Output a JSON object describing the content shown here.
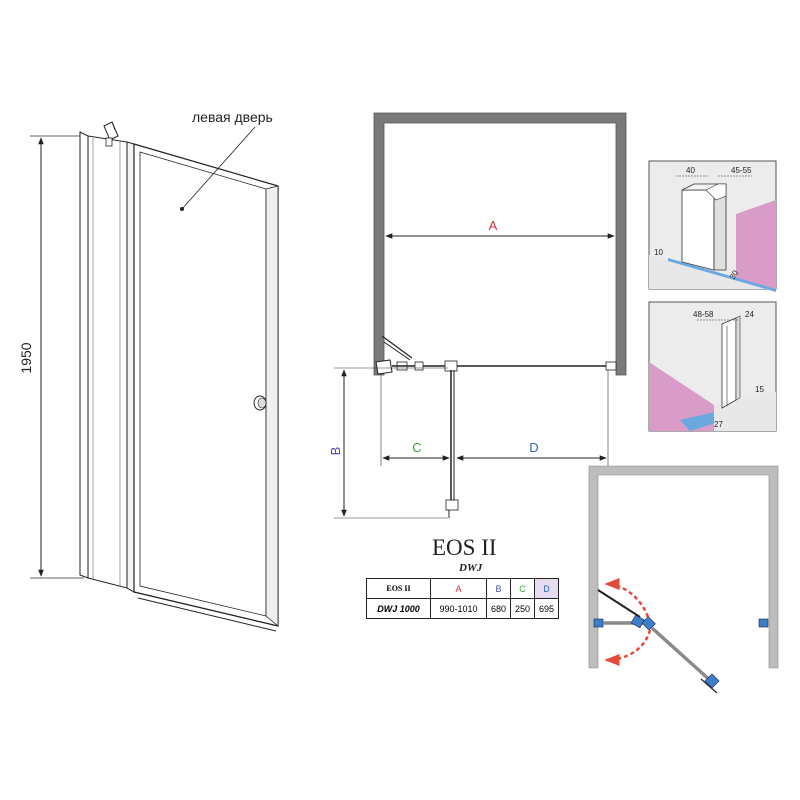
{
  "door_label": "левая дверь",
  "height_dimension": "1950",
  "dimension_labels": {
    "a": "A",
    "b": "B",
    "c": "C",
    "d": "D"
  },
  "detail_top": {
    "w1": "40",
    "w2": "45-55",
    "gap": "10",
    "depth": "30"
  },
  "detail_bottom": {
    "w1": "48-58",
    "w2": "24",
    "gap": "15",
    "depth": "27"
  },
  "product": {
    "name": "EOS II",
    "subname": "DWJ"
  },
  "spec_table": {
    "header": [
      "EOS II",
      "A",
      "B",
      "C",
      "D"
    ],
    "row": [
      "DWJ 1000",
      "990-1010",
      "680",
      "250",
      "695"
    ]
  },
  "colors": {
    "a": "#d9303a",
    "b": "#4a4aa8",
    "c": "#3aa33a",
    "d": "#2c66b8",
    "d_bg": "#e8dcf2",
    "wall": "#7a7a7a",
    "swing_arrow": "#e24a3a",
    "pink": "#d99cc8"
  }
}
